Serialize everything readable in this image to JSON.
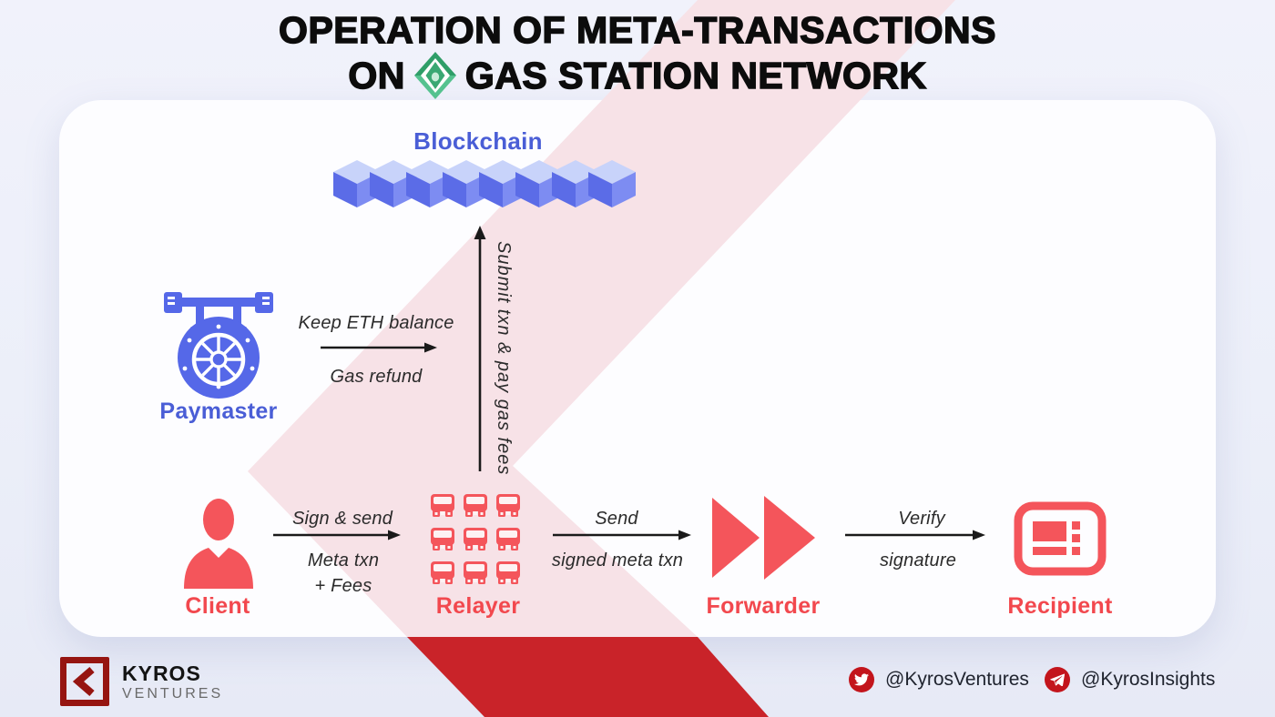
{
  "title": {
    "line1": "OPERATION OF META-TRANSACTIONS",
    "line2_prefix": "ON",
    "line2_suffix": "GAS STATION NETWORK"
  },
  "diagram": {
    "blockchain": {
      "label": "Blockchain",
      "blocks_count": 8
    },
    "paymaster": {
      "label": "Paymaster"
    },
    "client": {
      "label": "Client"
    },
    "relayer": {
      "label": "Relayer",
      "nodes_count": 9
    },
    "forwarder": {
      "label": "Forwarder"
    },
    "recipient": {
      "label": "Recipient"
    },
    "flows": {
      "paymaster_to_relayer": {
        "top": "Keep ETH balance",
        "bottom": "Gas refund"
      },
      "relayer_to_blockchain": {
        "label": "Submit txn & pay gas fees"
      },
      "client_to_relayer": {
        "top": "Sign & send",
        "bottom1": "Meta txn",
        "bottom2": "+ Fees"
      },
      "relayer_to_forwarder": {
        "top": "Send",
        "bottom": "signed meta txn"
      },
      "forwarder_to_recipient": {
        "top": "Verify",
        "bottom": "signature"
      }
    }
  },
  "footer": {
    "brand": {
      "name": "KYROS",
      "sub": "VENTURES"
    },
    "twitter_handle": "@KyrosVentures",
    "telegram_handle": "@KyrosInsights"
  },
  "colors": {
    "accent_red": "#f4555b",
    "label_red": "#f2484e",
    "label_blue": "#4a5ed6",
    "icon_blue": "#5568e8",
    "pale_pink": "#f7e2e7",
    "deep_red": "#c92329",
    "brand_red": "#961511",
    "cube_top": "#c8d3fa",
    "cube_left": "#5b6ce7",
    "cube_right": "#7d8cf2"
  }
}
